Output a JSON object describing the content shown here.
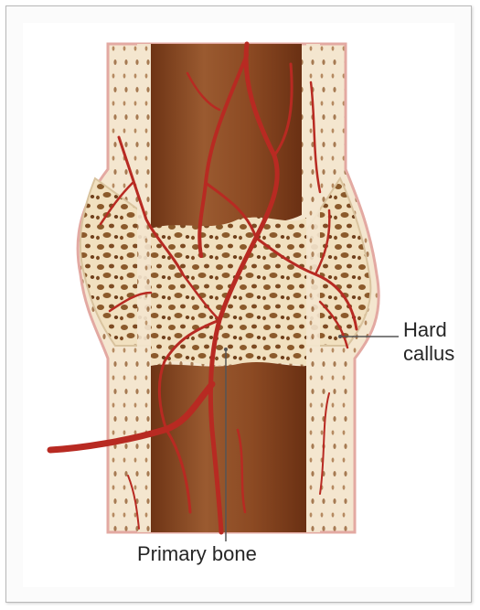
{
  "labels": {
    "hard_callus_line1": "Hard",
    "hard_callus_line2": "callus",
    "primary_bone": "Primary bone"
  },
  "colors": {
    "marrow": "#8a4a26",
    "compact_bone": "#f3e3c9",
    "spongy_bone": "#f1e0bf",
    "trabecula_holes": "#8b5a2b",
    "vessel": "#b82a22",
    "periosteum": "#e8b7b0",
    "leader_line": "#555555"
  },
  "icons": []
}
